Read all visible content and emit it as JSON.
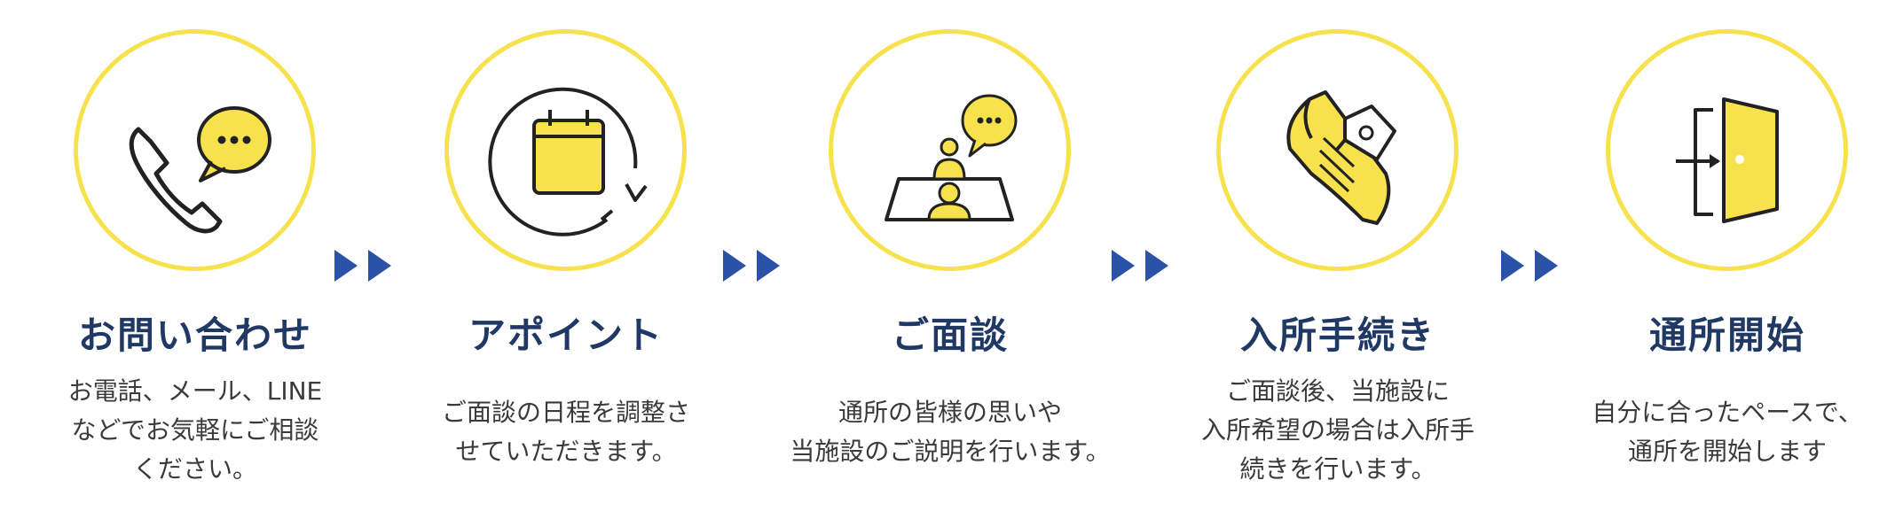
{
  "steps": [
    {
      "title": "お問い合わせ",
      "desc": [
        "お電話、メール、LINE",
        "などでお気軽にご相談",
        "ください。"
      ],
      "icon": "phone-chat-icon"
    },
    {
      "title": "アポイント",
      "desc": [
        "ご面談の日程を調整さ",
        "せていただきます。"
      ],
      "icon": "calendar-cycle-icon"
    },
    {
      "title": "ご面談",
      "desc": [
        "通所の皆様の思いや",
        "当施設のご説明を行います。"
      ],
      "icon": "meeting-icon"
    },
    {
      "title": "入所手続き",
      "desc": [
        "ご面談後、当施設に",
        "入所希望の場合は入所手",
        "続きを行います。"
      ],
      "icon": "document-pen-icon"
    },
    {
      "title": "通所開始",
      "desc": [
        "自分に合ったペースで、",
        "通所を開始します"
      ],
      "icon": "door-enter-icon"
    }
  ],
  "colors": {
    "accent": "#F7E24D",
    "title": "#1F3864",
    "arrow": "#2A52A7",
    "line": "#222222"
  }
}
